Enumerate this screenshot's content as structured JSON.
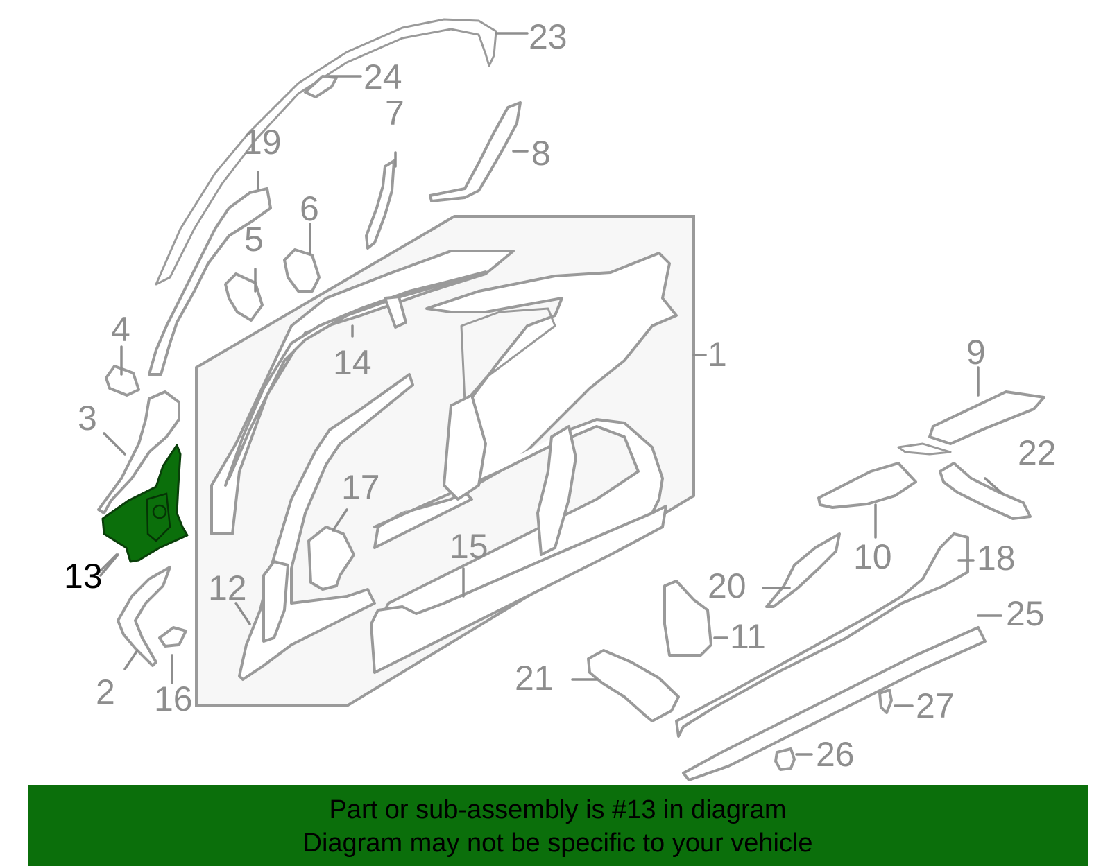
{
  "diagram": {
    "callouts": {
      "c1": "1",
      "c2": "2",
      "c3": "3",
      "c4": "4",
      "c5": "5",
      "c6": "6",
      "c7": "7",
      "c8": "8",
      "c9": "9",
      "c10": "10",
      "c11": "11",
      "c12": "12",
      "c13": "13",
      "c14": "14",
      "c15": "15",
      "c16": "16",
      "c17": "17",
      "c18": "18",
      "c19": "19",
      "c20": "20",
      "c21": "21",
      "c22": "22",
      "c23": "23",
      "c24": "24",
      "c25": "25",
      "c26": "26",
      "c27": "27"
    },
    "highlighted_part": "13",
    "colors": {
      "highlight_fill": "#0b6f0b",
      "part_stroke": "#9a9a9a",
      "panel_fill": "#f7f7f7",
      "banner_bg": "#0b6f0b"
    }
  },
  "banner": {
    "line1": "Part or sub-assembly is #13 in diagram",
    "line2": "Diagram may not be specific to your vehicle"
  }
}
